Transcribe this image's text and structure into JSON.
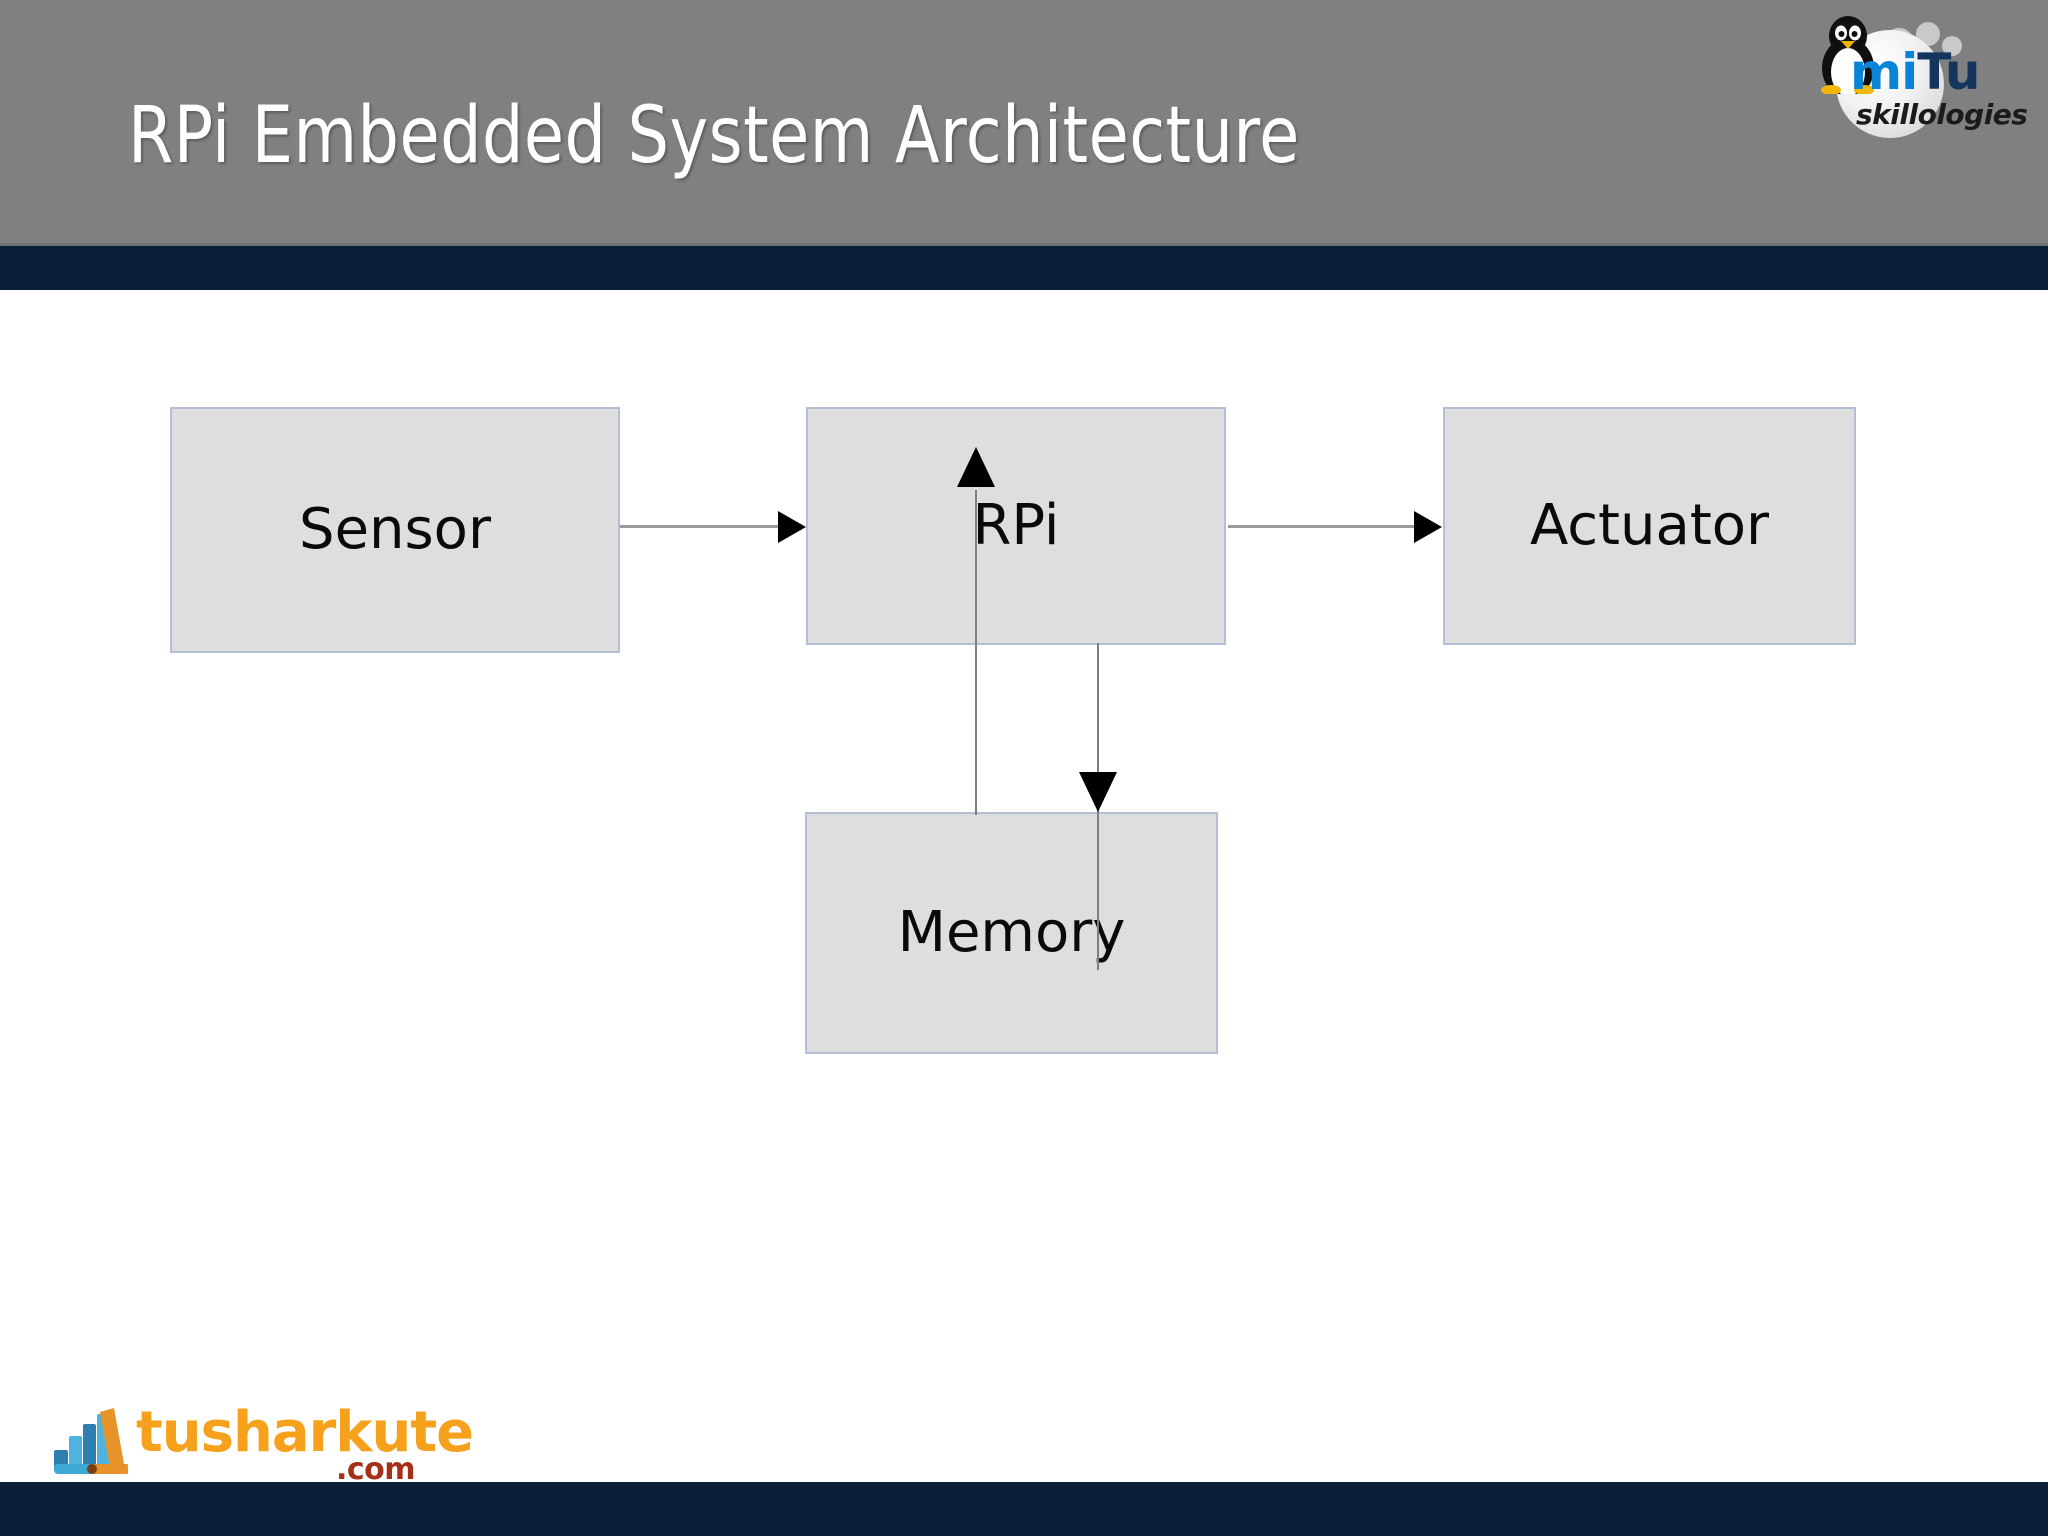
{
  "slide": {
    "title": "RPi Embedded System Architecture",
    "background_color": "#ffffff",
    "header_color": "#808080",
    "band_color": "#0b2038"
  },
  "brand_logo": {
    "name": "mitu-skillologies-logo",
    "word_mi": "mi",
    "word_tu": "Tu",
    "subtitle": "skillologies",
    "mark": "tux-penguin-icon",
    "colors": {
      "blue": "#0a84d6",
      "dark": "#14355c",
      "text": "#1b1b1b"
    }
  },
  "footer_logo": {
    "name": "tusharkute-logo",
    "word": "tusharkute",
    "tld": ".com",
    "mark": "book-stack-icon",
    "colors": {
      "orange": "#f5a11b",
      "red": "#a53018",
      "blue": "#3fa9d6"
    }
  },
  "diagram": {
    "type": "block-diagram",
    "node_fill": "#dedede",
    "node_border": "#b4bed6",
    "arrow_line_color": "#9a9a9a",
    "arrow_head_color": "#000000",
    "nodes": [
      {
        "id": "sensor",
        "label": "Sensor"
      },
      {
        "id": "rpi",
        "label": "RPi"
      },
      {
        "id": "actuator",
        "label": "Actuator"
      },
      {
        "id": "memory",
        "label": "Memory"
      }
    ],
    "connections": [
      {
        "from": "sensor",
        "to": "rpi",
        "direction": "right"
      },
      {
        "from": "rpi",
        "to": "actuator",
        "direction": "right"
      },
      {
        "from": "memory",
        "to": "rpi",
        "direction": "up"
      },
      {
        "from": "rpi",
        "to": "memory",
        "direction": "down"
      }
    ]
  }
}
